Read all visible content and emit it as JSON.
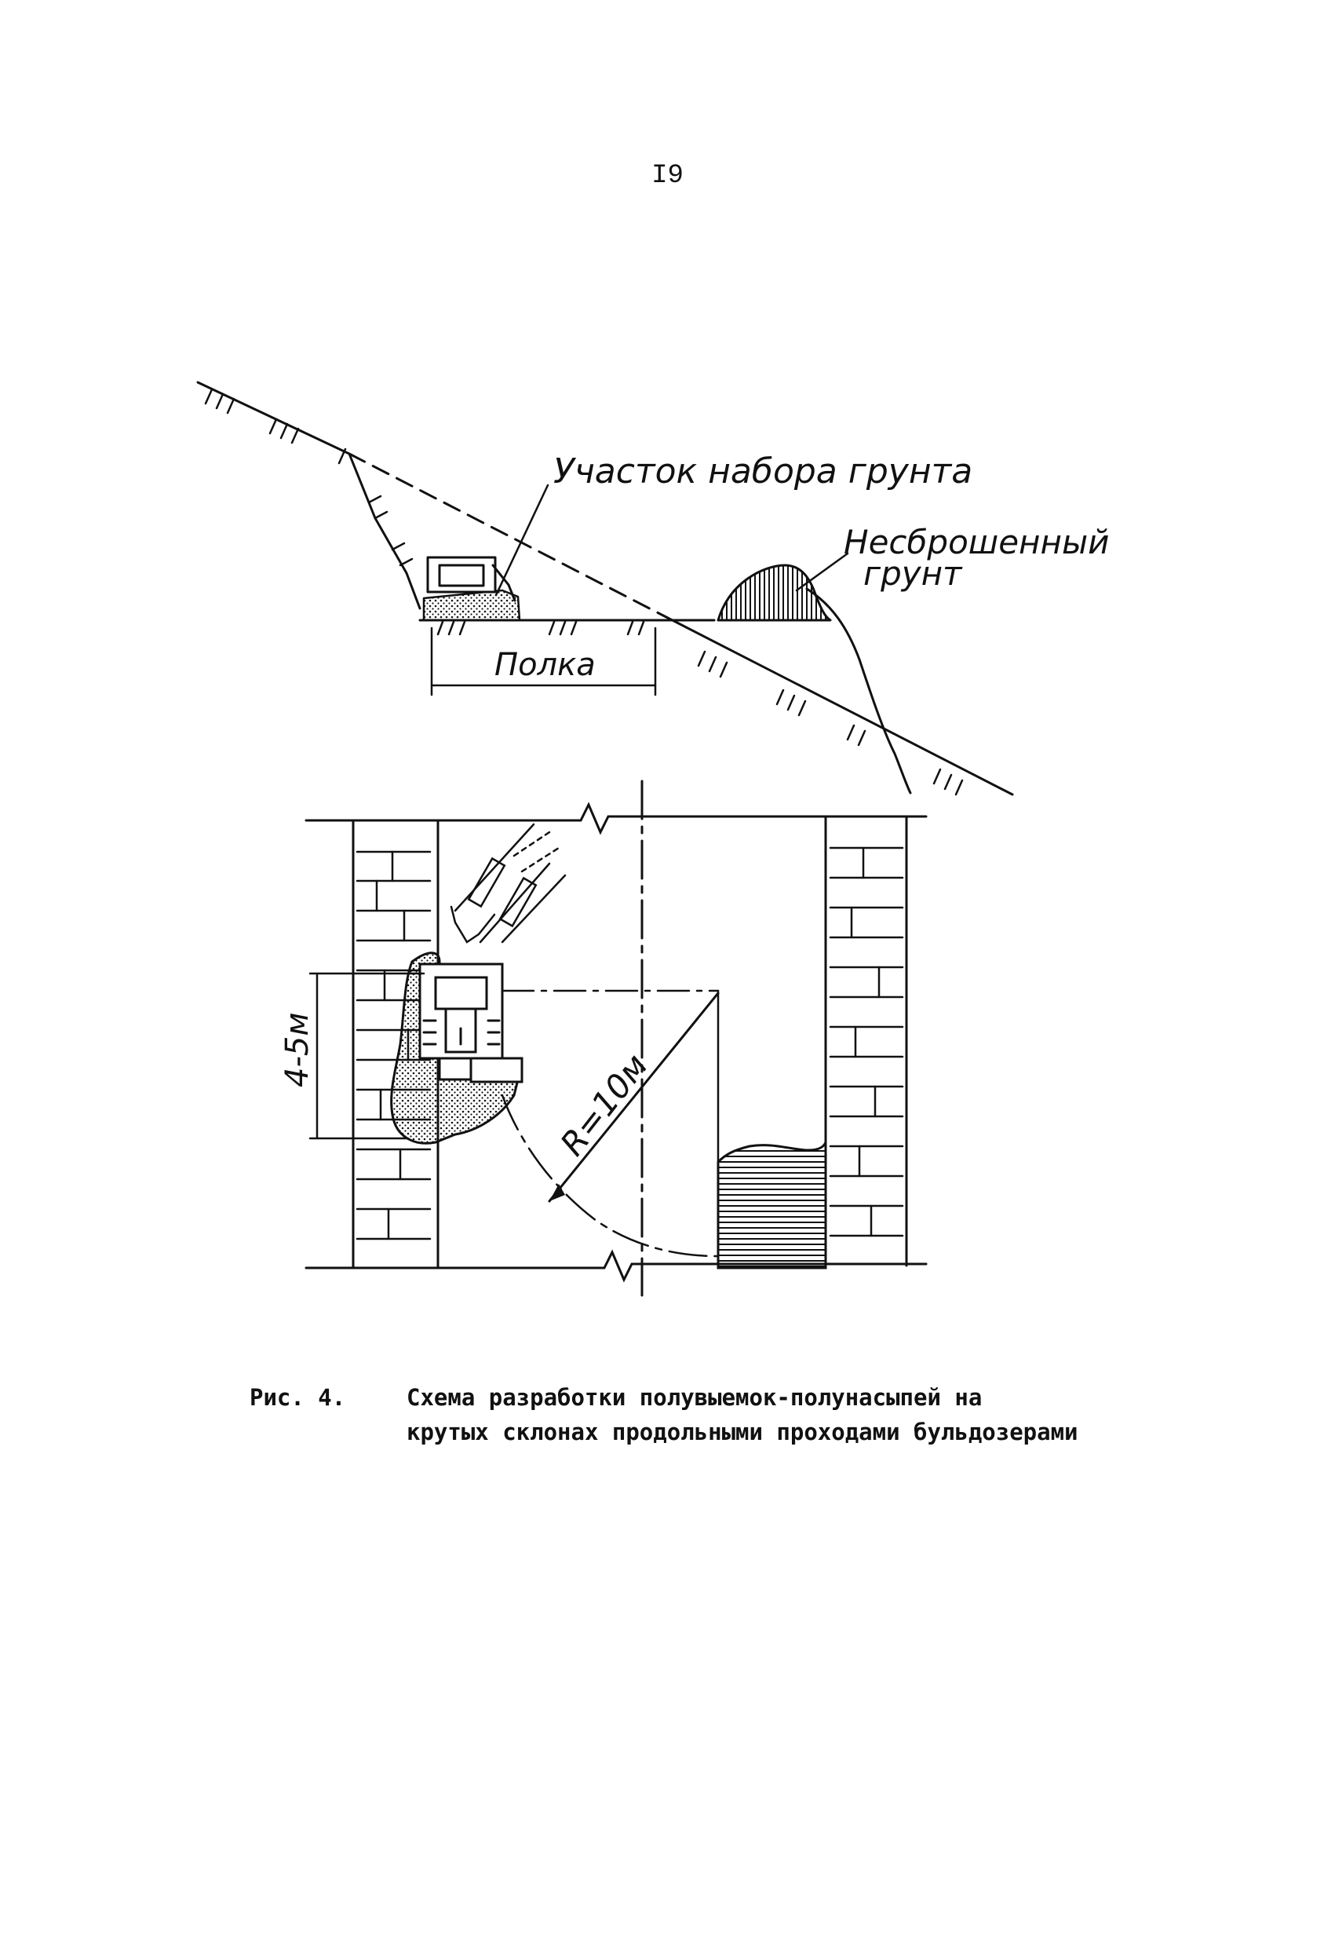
{
  "page": {
    "number": "I9"
  },
  "figure": {
    "labels": {
      "collection_area": "Участок набора грунта",
      "uncast_soil_line1": "Несброшенный",
      "uncast_soil_line2": "грунт",
      "shelf": "Полка",
      "width_dim": "4-5м",
      "radius": "R=10м"
    }
  },
  "caption": {
    "number": "Рис. 4.",
    "line1": "Схема разработки полувыемок-полунасыпей на",
    "line2": "крутых склонах продольными проходами бульдозерами"
  },
  "colors": {
    "ink": "#111111",
    "paper": "#ffffff"
  }
}
